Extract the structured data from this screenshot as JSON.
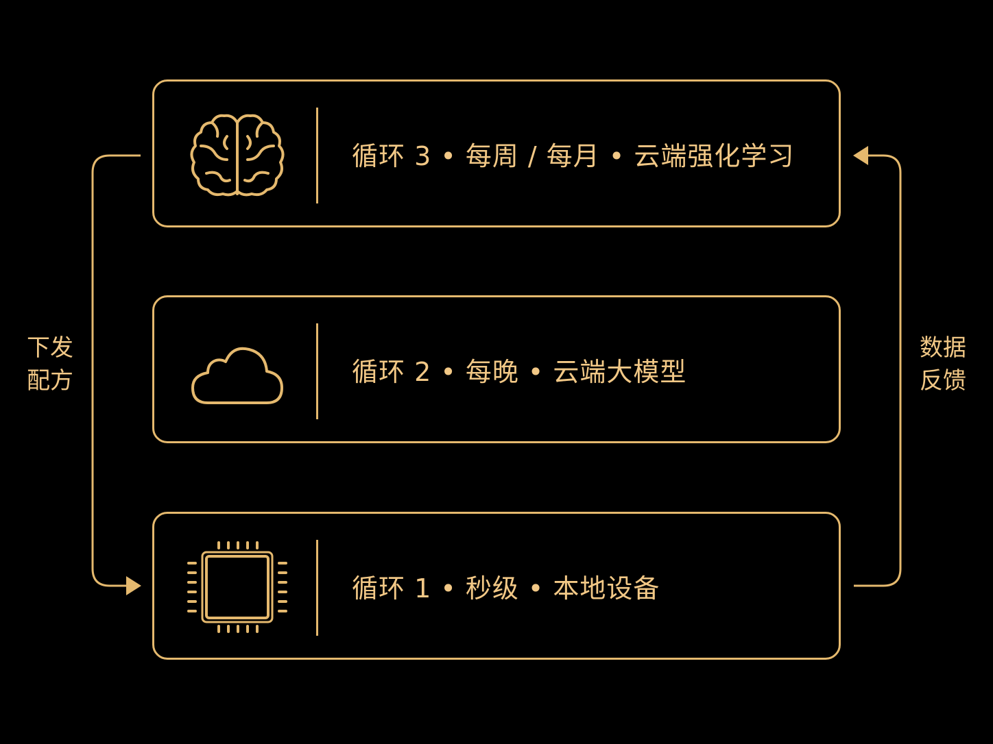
{
  "colors": {
    "background": "#000000",
    "accent": "#E5B96E",
    "text": "#F2C886"
  },
  "panels": [
    {
      "icon": "brain-icon",
      "label": "循环 3 • 每周 / 每月 • 云端强化学习"
    },
    {
      "icon": "cloud-icon",
      "label": "循环 2 • 每晚 • 云端大模型"
    },
    {
      "icon": "chip-icon",
      "label": "循环 1 • 秒级 • 本地设备"
    }
  ],
  "left_flow": {
    "line1": "下发",
    "line2": "配方"
  },
  "right_flow": {
    "line1": "数据",
    "line2": "反馈"
  }
}
